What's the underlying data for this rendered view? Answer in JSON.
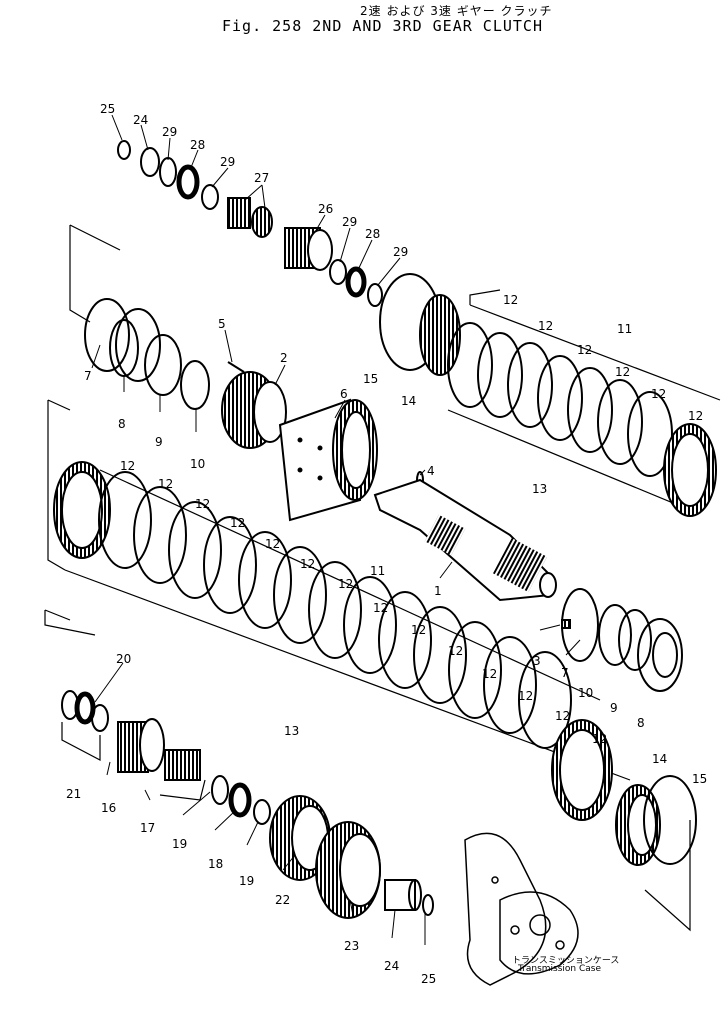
{
  "figure": {
    "title_jp": "2速 および 3速 ギヤー クラッチ",
    "title_en": "Fig. 258   2ND AND 3RD GEAR CLUTCH"
  },
  "callouts": {
    "c1": "1",
    "c2": "2",
    "c3": "3",
    "c4": "4",
    "c5": "5",
    "c6": "6",
    "c7": "7",
    "c8": "8",
    "c9": "9",
    "c10": "10",
    "c11": "11",
    "c12": "12",
    "c13": "13",
    "c14": "14",
    "c15": "15",
    "c16": "16",
    "c17": "17",
    "c18": "18",
    "c19": "19",
    "c20": "20",
    "c21": "21",
    "c22": "22",
    "c23": "23",
    "c24": "24",
    "c25": "25",
    "c26": "26",
    "c27": "27",
    "c28": "28",
    "c29": "29"
  },
  "transmission_case": {
    "label_jp": "トランスミッションケース",
    "label_en": "Transmission Case"
  }
}
